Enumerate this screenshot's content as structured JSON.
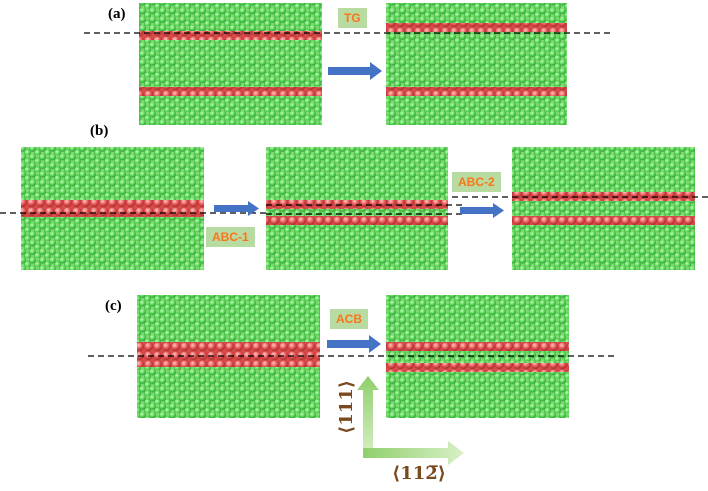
{
  "panels": {
    "a": {
      "label": "(a)",
      "tag": "TG"
    },
    "b": {
      "label": "(b)",
      "tag1": "ABC-1",
      "tag2": "ABC-2"
    },
    "c": {
      "label": "(c)",
      "tag": "ACB"
    }
  },
  "axes": {
    "vertical": "⟨111⟩",
    "horizontal": "⟨112̅⟩"
  },
  "colors": {
    "green_atom": "#5be05b",
    "red_atom": "#e85a5a",
    "arrow": "#4472c4",
    "tag_bg": "#b7dba0",
    "tag_text": "#f07a1c",
    "axis_arrow": "#a9d98a"
  }
}
